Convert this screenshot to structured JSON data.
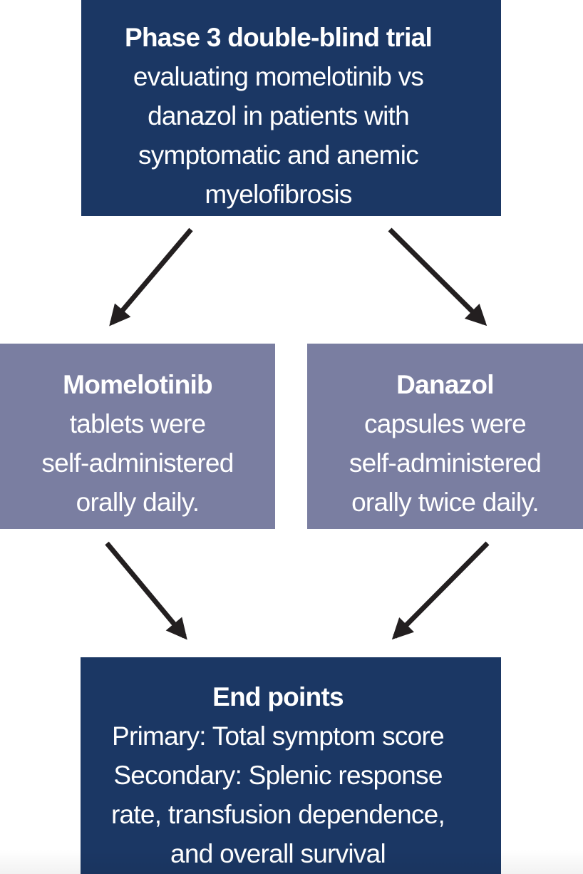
{
  "figure": {
    "type": "flow-diagram",
    "description": "Clinical trial design flowchart",
    "boxes": {
      "trial": {
        "title": "Phase 3 double-blind trial",
        "body": "evaluating momelotinib vs\ndanazol in patients with\nsymptomatic and anemic\nmyelofibrosis"
      },
      "momelotinib": {
        "title": "Momelotinib",
        "body": "tablets were\nself-administered\norally daily."
      },
      "danazol": {
        "title": "Danazol",
        "body": "capsules were\nself-administered\norally twice daily."
      },
      "endpoints": {
        "title": "End points",
        "body": "Primary: Total symptom score\nSecondary: Splenic response\nrate, transfusion dependence,\nand overall survival"
      }
    },
    "arrows": [
      "trial-to-momelotinib",
      "trial-to-danazol",
      "momelotinib-to-endpoints",
      "danazol-to-endpoints"
    ],
    "colors": {
      "navy_box": "#1b3764",
      "slate_box": "#7a7ea1",
      "arrow_black": "#231f20",
      "text_white": "#ffffff",
      "background": "#ffffff"
    }
  }
}
